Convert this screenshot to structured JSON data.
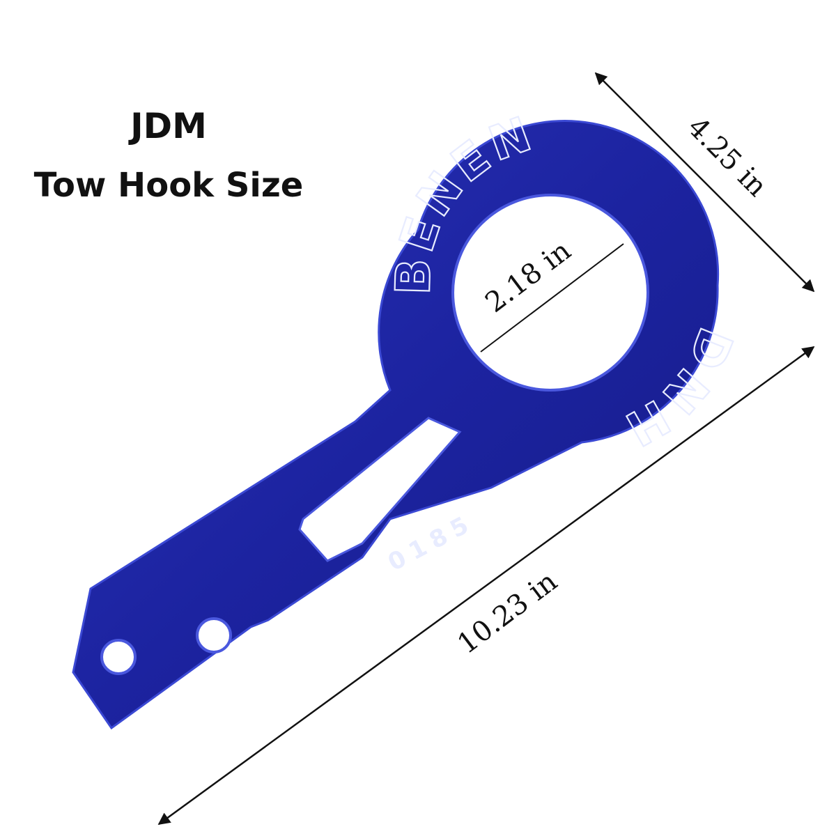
{
  "heading": {
    "line1": "JDM",
    "line2": "Tow Hook Size"
  },
  "dimensions": {
    "width": "4.25 in",
    "hole_diameter": "2.18 in",
    "length": "10.23 in"
  },
  "engraving": {
    "ring_text": "BENEN",
    "ring_text_2": "DNH",
    "serial": "0185"
  },
  "colors": {
    "hook": "#1d25a6",
    "hook_edge": "#3b49d4",
    "engraving": "#e8ecff",
    "arrow": "#111111"
  }
}
